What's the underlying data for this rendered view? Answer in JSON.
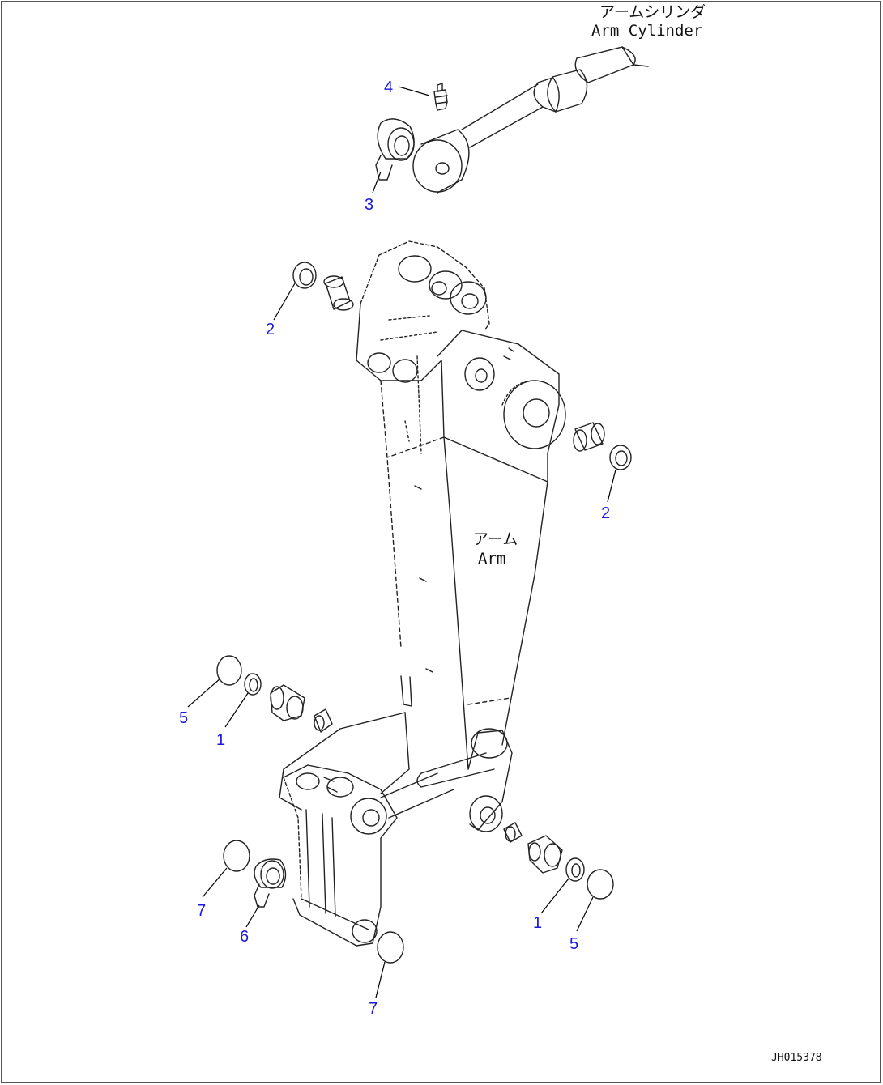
{
  "colors": {
    "line": "#222222",
    "label": "#1a1adc",
    "leader": "#000000",
    "background": "#ffffff"
  },
  "captions": {
    "arm_cylinder_jp": "アームシリンダ",
    "arm_cylinder_en": "Arm Cylinder",
    "arm_jp": "アーム",
    "arm_en": "Arm"
  },
  "drawing_id": "JH015378",
  "part_labels": [
    {
      "id": "label-4-top",
      "text": "4"
    },
    {
      "id": "label-3-top",
      "text": "3"
    },
    {
      "id": "label-2-left",
      "text": "2"
    },
    {
      "id": "label-2-right",
      "text": "2"
    },
    {
      "id": "label-5-left",
      "text": "5"
    },
    {
      "id": "label-1-left",
      "text": "1"
    },
    {
      "id": "label-7-left",
      "text": "7"
    },
    {
      "id": "label-6",
      "text": "6"
    },
    {
      "id": "label-7-bottom",
      "text": "7"
    },
    {
      "id": "label-1-right",
      "text": "1"
    },
    {
      "id": "label-5-right",
      "text": "5"
    }
  ]
}
